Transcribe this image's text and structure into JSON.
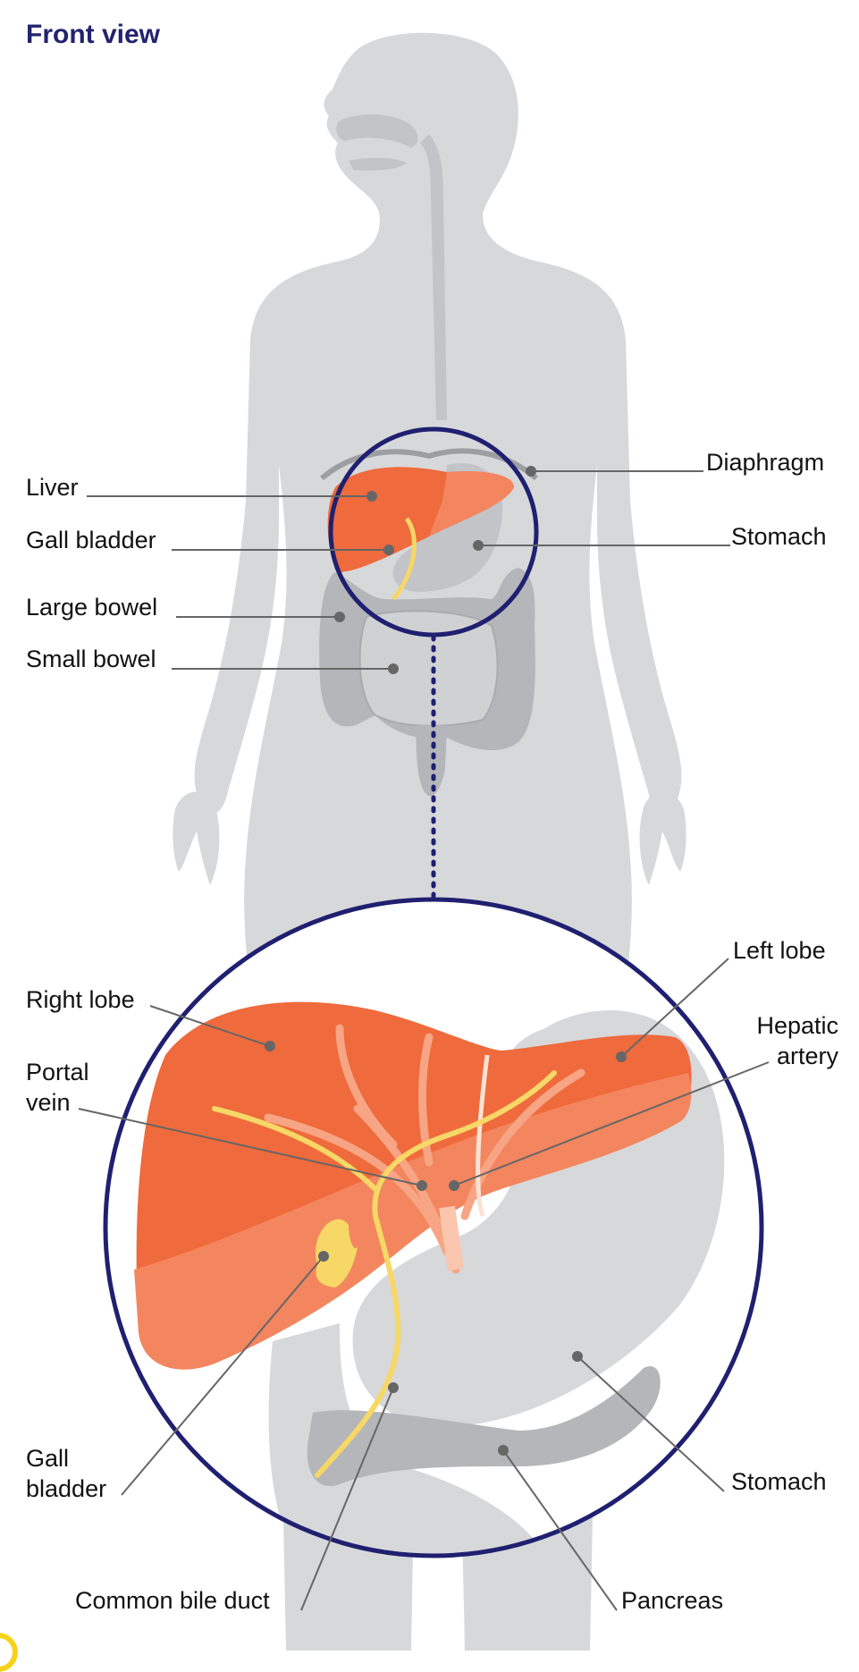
{
  "title": "Front view",
  "colors": {
    "title": "#23236e",
    "circle": "#1f2070",
    "body": "#d7d8da",
    "organ_grey": "#b4b6b9",
    "liver": "#ef6a3c",
    "liver_light": "#f3865f",
    "bile": "#f7d766",
    "leader_line": "#666666"
  },
  "labels": {
    "liver": "Liver",
    "gall_bladder_top": "Gall bladder",
    "large_bowel": "Large bowel",
    "small_bowel": "Small bowel",
    "diaphragm": "Diaphragm",
    "stomach_top": "Stomach",
    "right_lobe": "Right lobe",
    "left_lobe": "Left lobe",
    "hepatic_artery_1": "Hepatic",
    "hepatic_artery_2": "artery",
    "portal_vein_1": "Portal",
    "portal_vein_2": "vein",
    "gall_bladder_1": "Gall",
    "gall_bladder_2": "bladder",
    "stomach_bottom": "Stomach",
    "common_bile_duct": "Common bile duct",
    "pancreas": "Pancreas"
  }
}
